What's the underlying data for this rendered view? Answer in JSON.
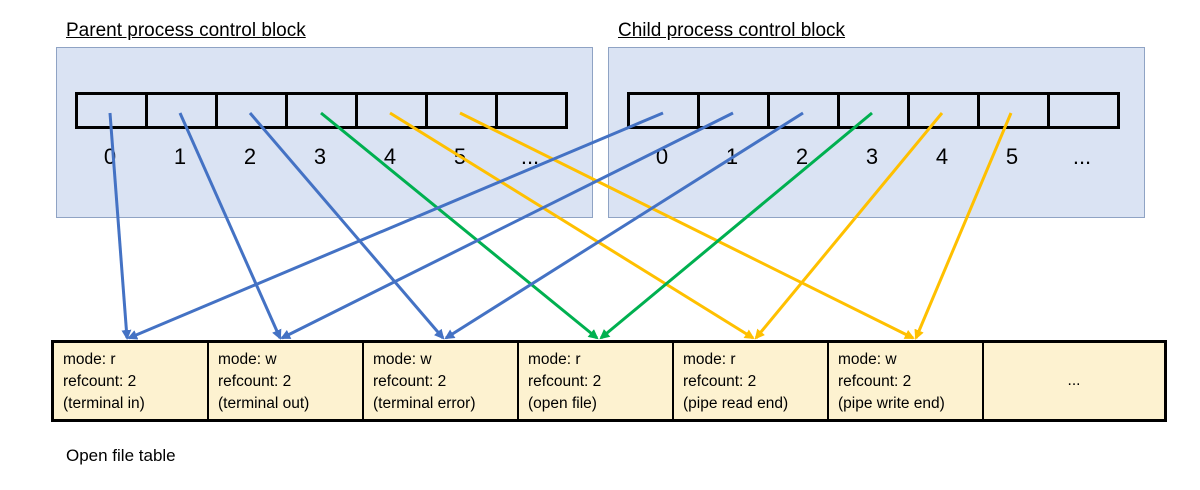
{
  "parent_title": "Parent process control block",
  "child_title": "Child process control block",
  "fd_labels": [
    "0",
    "1",
    "2",
    "3",
    "4",
    "5",
    "..."
  ],
  "open_file_table_label": "Open file table",
  "entries": [
    {
      "mode": "mode: r",
      "refcount": "refcount: 2",
      "desc": "(terminal in)"
    },
    {
      "mode": "mode: w",
      "refcount": "refcount: 2",
      "desc": "(terminal out)"
    },
    {
      "mode": "mode: w",
      "refcount": "refcount: 2",
      "desc": "(terminal error)"
    },
    {
      "mode": "mode: r",
      "refcount": "refcount: 2",
      "desc": "(open file)"
    },
    {
      "mode": "mode: r",
      "refcount": "refcount: 2",
      "desc": "(pipe read end)"
    },
    {
      "mode": "mode: w",
      "refcount": "refcount: 2",
      "desc": "(pipe write end)"
    }
  ],
  "last_entry": "...",
  "colors": {
    "blue": "#4472c4",
    "green": "#00b050",
    "yellow": "#ffc000",
    "pcb_fill": "#dae3f3",
    "table_fill": "#fdf2d0"
  }
}
